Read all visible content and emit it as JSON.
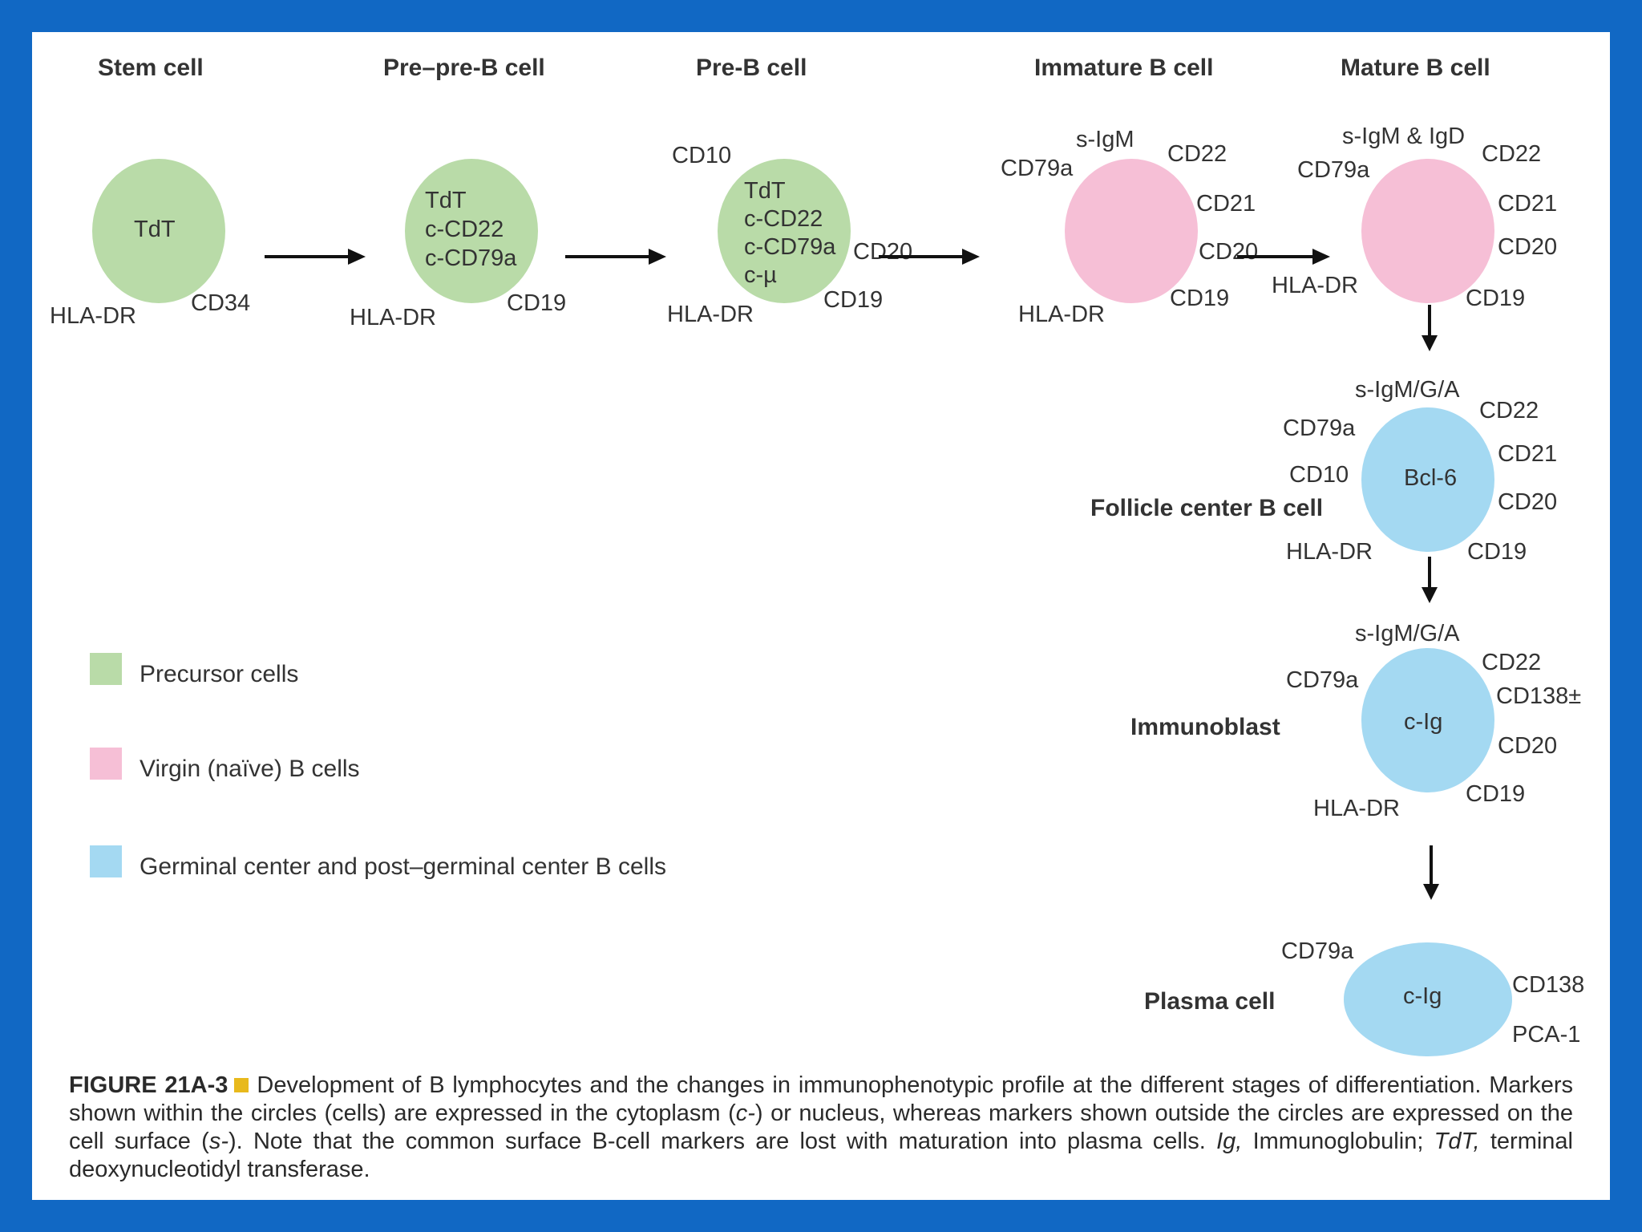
{
  "stages": {
    "stem": "Stem cell",
    "prepreb": "Pre–pre-B cell",
    "preb": "Pre-B cell",
    "immature": "Immature B cell",
    "mature": "Mature B cell",
    "follicle": "Follicle center B cell",
    "immunoblast": "Immunoblast",
    "plasma": "Plasma cell"
  },
  "cells": {
    "stem": {
      "inner": [
        "TdT"
      ],
      "outer": [
        "HLA-DR",
        "CD34"
      ]
    },
    "prepreb": {
      "inner": [
        "TdT",
        "c-CD22",
        "c-CD79a"
      ],
      "outer": [
        "HLA-DR",
        "CD19"
      ]
    },
    "preb": {
      "inner": [
        "TdT",
        "c-CD22",
        "c-CD79a",
        "c-µ"
      ],
      "outer": [
        "CD10",
        "CD20",
        "CD19",
        "HLA-DR"
      ]
    },
    "immature": {
      "outer": [
        "s-IgM",
        "CD79a",
        "CD22",
        "CD21",
        "CD20",
        "CD19",
        "HLA-DR"
      ]
    },
    "mature": {
      "outer": [
        "s-IgM & IgD",
        "CD79a",
        "CD22",
        "CD21",
        "CD20",
        "CD19",
        "HLA-DR"
      ]
    },
    "follicle": {
      "inner": [
        "Bcl-6"
      ],
      "outer": [
        "s-IgM/G/A",
        "CD79a",
        "CD10",
        "CD22",
        "CD21",
        "CD20",
        "CD19",
        "HLA-DR"
      ]
    },
    "immunoblast": {
      "inner": [
        "c-Ig"
      ],
      "outer": [
        "s-IgM/G/A",
        "CD79a",
        "CD22",
        "CD138±",
        "CD20",
        "CD19",
        "HLA-DR"
      ]
    },
    "plasma": {
      "inner": [
        "c-Ig"
      ],
      "outer": [
        "CD79a",
        "CD138",
        "PCA-1"
      ]
    }
  },
  "legend": [
    {
      "label": "Precursor cells",
      "color": "#b9dba8"
    },
    {
      "label": "Virgin (naïve) B cells",
      "color": "#f6bfd6"
    },
    {
      "label": "Germinal center and post–germinal center B cells",
      "color": "#a4d9f2"
    }
  ],
  "caption": {
    "figure_label": "FIGURE 21A-3",
    "bullet_color": "#e8b91c",
    "part1": "Development of B lymphocytes and the changes in immunophenotypic profile at the different stages of differentiation. Markers shown within the circles (cells) are expressed in the cytoplasm (",
    "c_italic": "c-",
    "part2": ") or nucleus, whereas markers shown outside the circles are expressed on the cell surface (",
    "s_italic": "s-",
    "part3": "). Note that the common surface B-cell markers are lost with maturation into plasma cells. ",
    "ig_abbr": "Ig,",
    "ig_def": " Immunoglobulin; ",
    "tdt_abbr": "TdT,",
    "tdt_def": " terminal deoxynucleotidyl transferase."
  }
}
